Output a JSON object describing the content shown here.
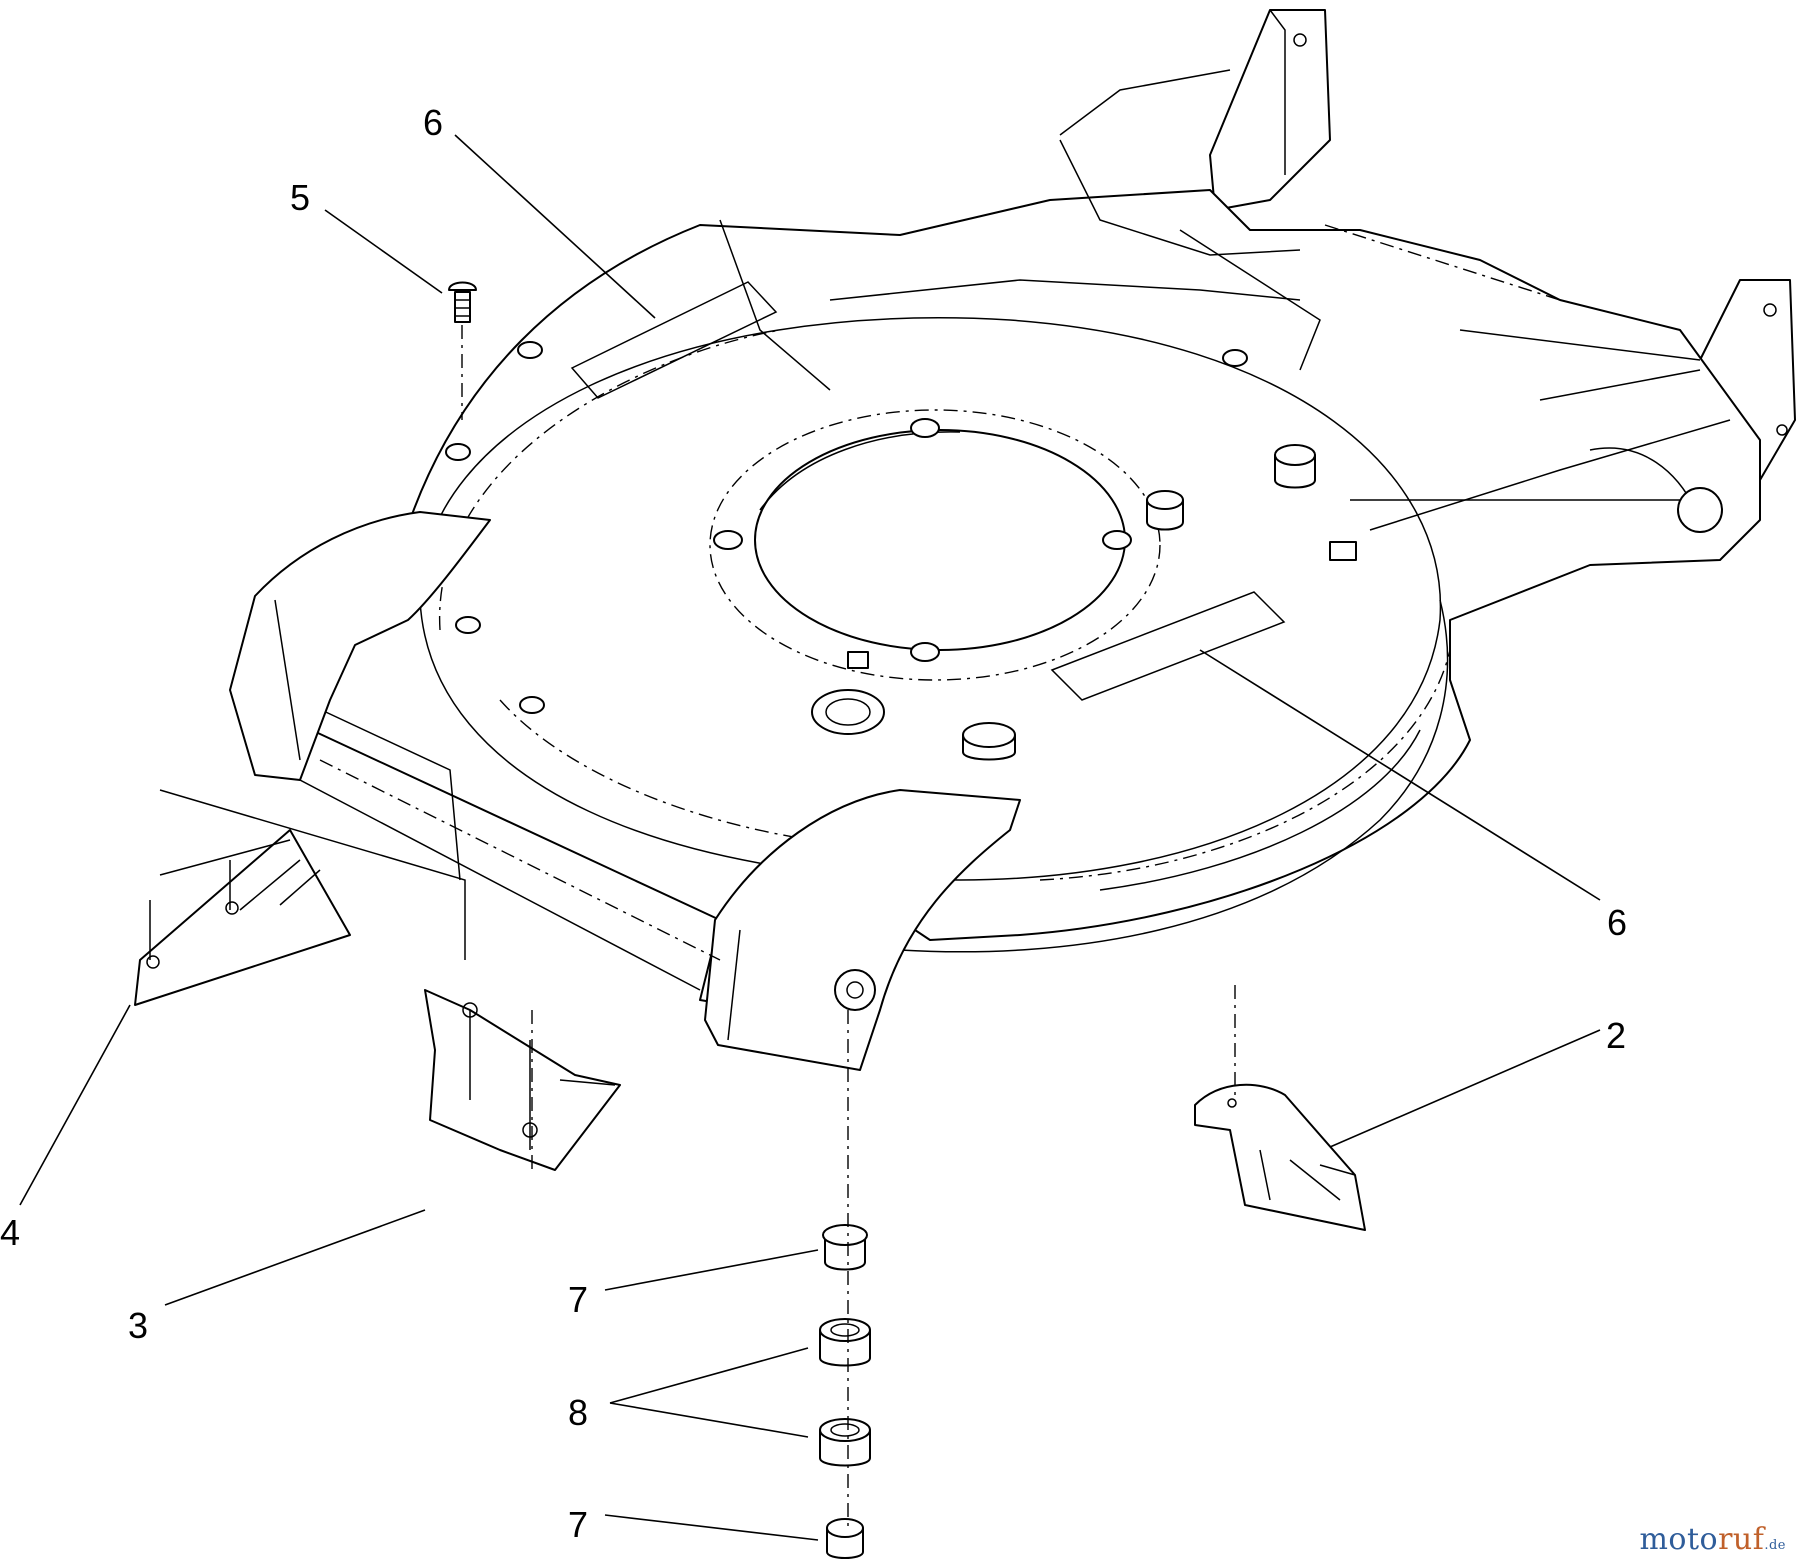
{
  "diagram": {
    "callouts": [
      {
        "id": "c6a",
        "label": "6"
      },
      {
        "id": "c5",
        "label": "5"
      },
      {
        "id": "c6b",
        "label": "6"
      },
      {
        "id": "c2",
        "label": "2"
      },
      {
        "id": "c4",
        "label": "4"
      },
      {
        "id": "c3",
        "label": "3"
      },
      {
        "id": "c7a",
        "label": "7"
      },
      {
        "id": "c8",
        "label": "8"
      },
      {
        "id": "c7b",
        "label": "7"
      }
    ]
  },
  "watermark": {
    "part1": "moto",
    "part2": "ruf",
    "part3": ".de"
  }
}
